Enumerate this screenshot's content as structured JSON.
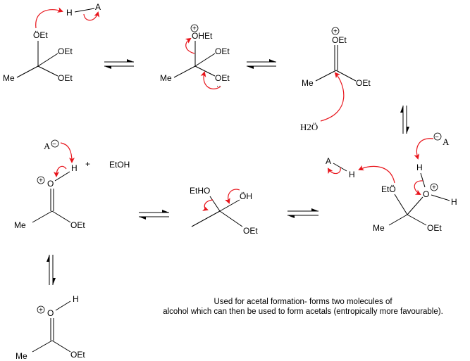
{
  "structures": {
    "s1": {
      "o1": "ÖEt",
      "o2": "OEt",
      "o3": "OEt",
      "me": "Me",
      "h": "H",
      "a": "A"
    },
    "s2": {
      "o1": "OHEt",
      "o2": "OEt",
      "o3": "OEt",
      "me": "Me",
      "plus": "+",
      "dots": "··"
    },
    "s3": {
      "o1": "OEt",
      "o2": "OEt",
      "me": "Me",
      "plus": "+",
      "water": "H2Ö"
    },
    "s4": {
      "a_minus": "A",
      "minus": "−",
      "h1": "H",
      "eto": "EtÖ",
      "o": "O",
      "plus": "+",
      "h2": "H",
      "me": "Me",
      "oet": "OEt",
      "ha_a": "A",
      "ha_h": "H"
    },
    "s5": {
      "etho": "EtHO",
      "oh": "ÖH",
      "oet": "OEt"
    },
    "s6": {
      "a": "A",
      "minus": "−",
      "h": "H",
      "plus_sign": "+",
      "etoh": "EtOH",
      "o": "O",
      "plus": "+",
      "me": "Me",
      "oet": "OEt"
    },
    "s7": {
      "o": "O",
      "plus": "+",
      "h": "H",
      "me": "Me",
      "oet": "OEt"
    }
  },
  "caption": {
    "line1": "Used for acetal formation- forms two molecules of",
    "line2": "alcohol which can then be used to form acetals (entropically more favourable)."
  },
  "colors": {
    "arrow": "#e8141b",
    "bond": "#000000"
  }
}
